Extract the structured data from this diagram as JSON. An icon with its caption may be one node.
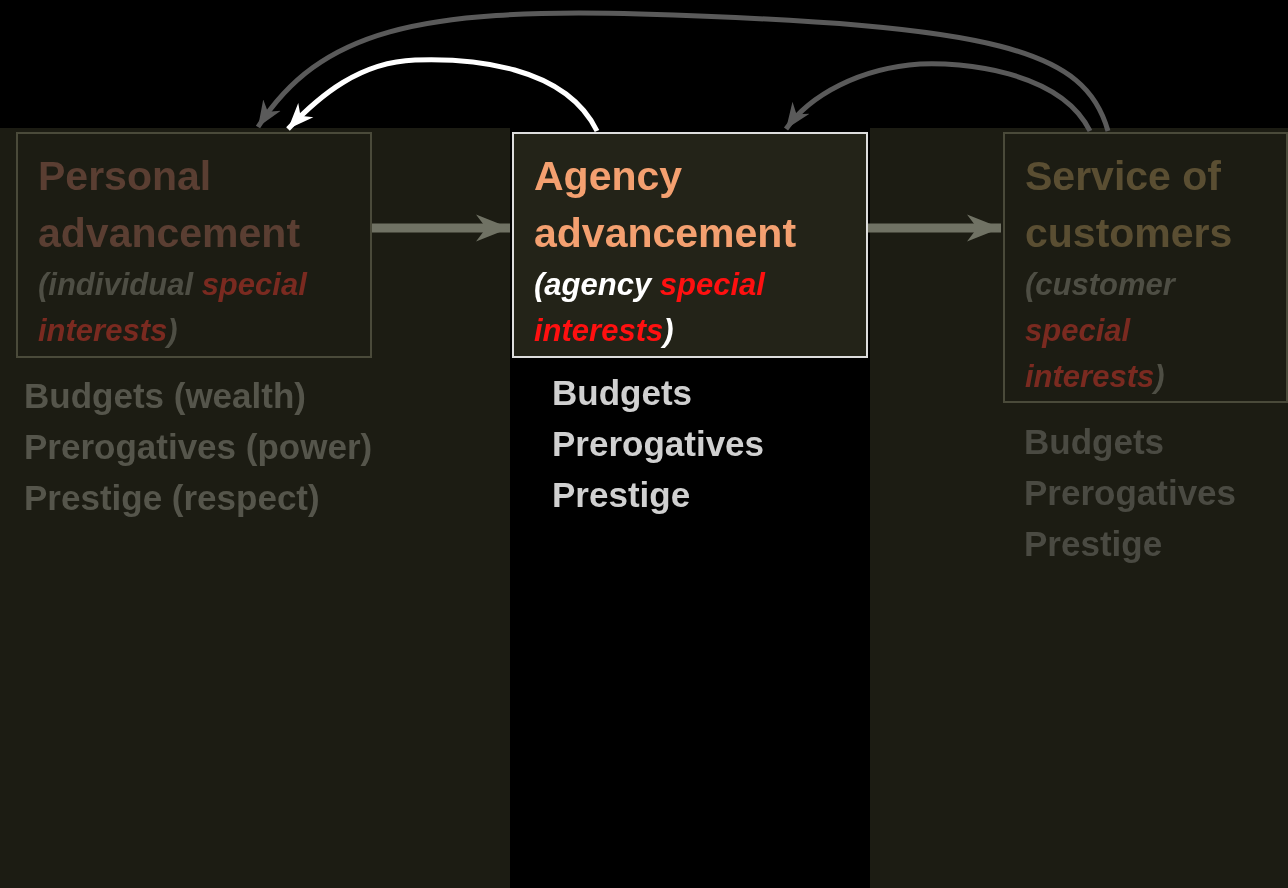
{
  "diagram": {
    "nodes": [
      {
        "text": [
          "Personal advancement",
          "(individual **special interests**)"
        ],
        "beside": [
          "Budgets (wealth)",
          "Prerogatives (power)",
          "Prestige (respect)"
        ]
      },
      {
        "text": [
          "Agency advancement",
          "(agency **special interests**)"
        ],
        "beside": [
          "Budgets",
          "Prerogatives",
          "Prestige"
        ]
      },
      {
        "text": [
          "Service of customers",
          "(customer **special interests**)"
        ],
        "beside": [
          "Budgets",
          "Prerogatives",
          "Prestige"
        ]
      }
    ],
    "edges": [
      {
        "from": 0,
        "to": 1,
        "arrow": "to",
        "style": "thick",
        "color": "#707264"
      },
      {
        "from": 1,
        "to": 2,
        "arrow": "to",
        "style": "thick",
        "color": "#707264"
      },
      {
        "from": 1,
        "to": 0,
        "arrow": "to",
        "color": "#ffffff"
      },
      {
        "from": 2,
        "to": 0,
        "arrow": "to"
      },
      {
        "from": 2,
        "to": 1,
        "arrow": "to"
      }
    ]
  }
}
